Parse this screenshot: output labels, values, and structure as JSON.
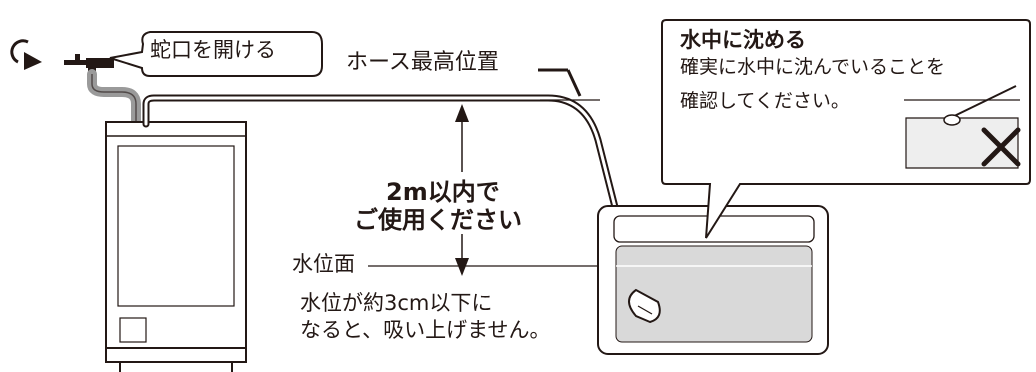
{
  "faucet_label": "蛇口を開ける",
  "hose_max_label": "ホース最高位置",
  "distance_label": {
    "line1": "2m以内で",
    "line2": "ご使用ください"
  },
  "water_level": {
    "title": "水位面",
    "note_line1": "水位が約3cm以下に",
    "note_line2": "なると、吸い上げません。"
  },
  "callout": {
    "title": "水中に沈める",
    "line1": "確実に水中に沈んでいることを",
    "line2": "確認してください。"
  },
  "icons": [
    "rotate-arrow-icon",
    "faucet-icon",
    "wrong-x-icon"
  ],
  "colors": {
    "line": "#231815",
    "water": "#d9d9d9",
    "hose": "#9a9a9a",
    "panel": "#f2f2f2"
  }
}
